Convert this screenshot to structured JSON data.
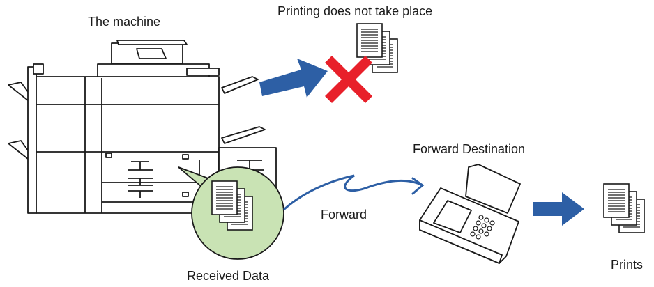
{
  "labels": {
    "machine": "The machine",
    "no_print": "Printing does not take place",
    "forward_destination": "Forward Destination",
    "forward": "Forward",
    "received_data": "Received Data",
    "prints": "Prints"
  },
  "colors": {
    "arrow": "#2d5fa5",
    "cross": "#e8202a",
    "bubble": "#c9e3b4",
    "line": "#1a1a1a"
  },
  "icons": [
    "machine-icon",
    "fax-icon",
    "document-icon",
    "cross-icon",
    "arrow-icon"
  ]
}
